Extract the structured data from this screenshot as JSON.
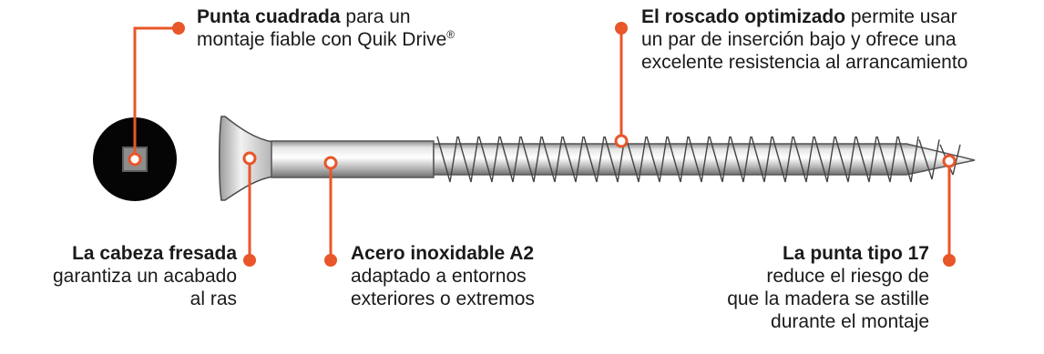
{
  "accent_color": "#e8562a",
  "callouts": {
    "drive": {
      "title": "Punta cuadrada",
      "text_1": "para un",
      "text_2": "montaje fiable con Quik Drive",
      "reg_mark": "®"
    },
    "thread": {
      "title": "El roscado optimizado",
      "text_1": "permite usar",
      "text_2": "un par de inserción bajo y ofrece una",
      "text_3": "excelente resistencia al arrancamiento"
    },
    "head": {
      "title": "La cabeza fresada",
      "text_1": "garantiza un acabado",
      "text_2": "al ras"
    },
    "steel": {
      "title": "Acero inoxidable A2",
      "text_1": "adaptado a entornos",
      "text_2": "exteriores o extremos"
    },
    "tip": {
      "title": "La punta tipo 17",
      "text_1": "reduce el riesgo de",
      "text_2": "que la madera se astille",
      "text_3": "durante el montaje"
    }
  }
}
